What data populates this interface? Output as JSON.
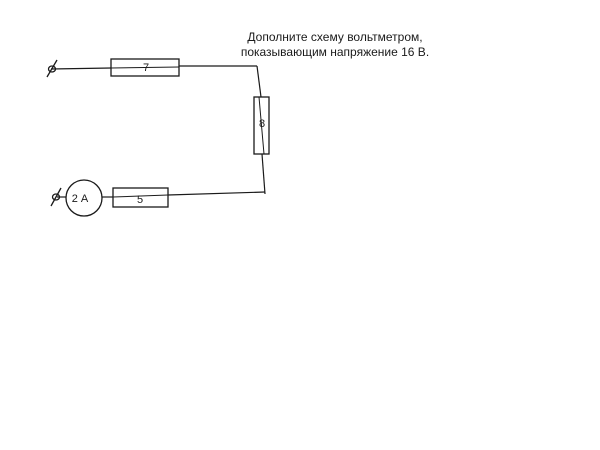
{
  "task": {
    "line1": "Дополните схему вольтметром,",
    "line2": "показывающим напряжение 16 В."
  },
  "components": {
    "resistor_top": "7",
    "resistor_right": "8",
    "resistor_bottom": "5",
    "ammeter": "2 А"
  },
  "icons": {
    "terminal": "terminal-icon"
  },
  "colors": {
    "line": "#1a1a1a",
    "background": "#ffffff"
  }
}
